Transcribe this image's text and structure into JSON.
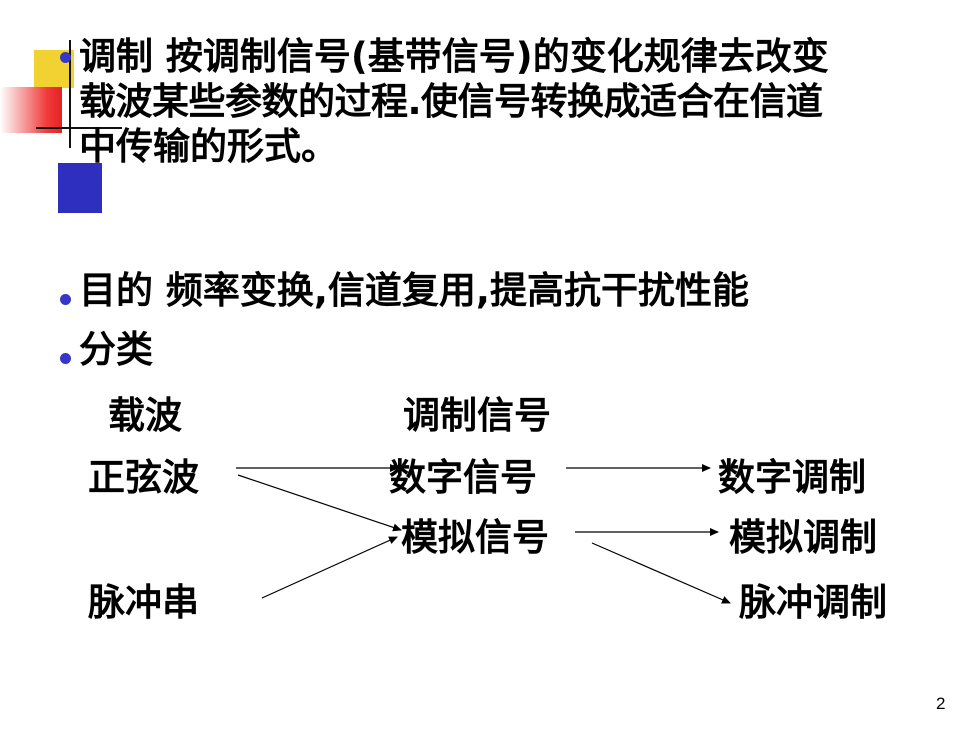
{
  "bullets": {
    "definition": {
      "line1": "调制  按调制信号(基带信号)的变化规律去改变",
      "line2": "载波某些参数的过程.使信号转换成适合在信道",
      "line3": "中传输的形式。"
    },
    "purpose": "目的  频率变换,信道复用,提高抗干扰性能",
    "classification": "分类"
  },
  "diagram": {
    "carrier_header": "载波",
    "signal_header": "调制信号",
    "carriers": [
      "正弦波",
      "脉冲串"
    ],
    "signals": [
      "数字信号",
      "模拟信号"
    ],
    "results": [
      "数字调制",
      "模拟调制",
      "脉冲调制"
    ]
  },
  "colors": {
    "bullet": "#3636c8",
    "deco_yellow": "#f2d233",
    "deco_red": "#e32222",
    "deco_blue": "#2f2fbf"
  },
  "page_number": "2"
}
